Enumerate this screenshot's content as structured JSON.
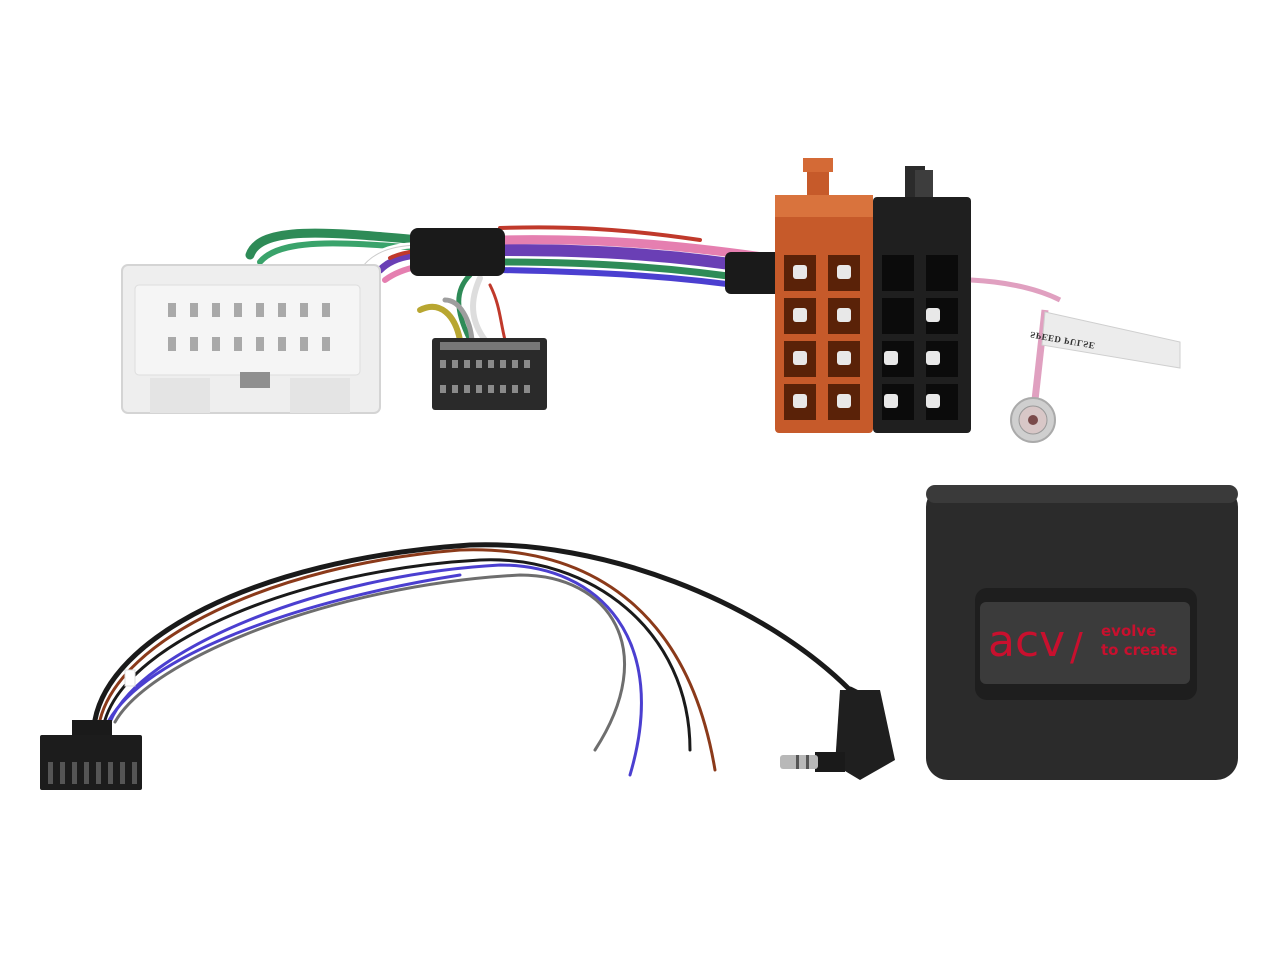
{
  "image": {
    "subject": "Car stereo steering wheel control interface kit",
    "background": "#ffffff"
  },
  "components": {
    "vehicle_harness": {
      "label": "Vehicle wiring harness with white multi-pin plug, black ribbon plug and ISO connectors",
      "colors": {
        "white_plug": "#eeeeee",
        "iso_power": "#c65a2a",
        "iso_speaker": "#1f1f1f",
        "tape": "#1a1a1a"
      },
      "wire_colors": [
        "#2e8b57",
        "#6a3fb5",
        "#e57fb0",
        "#ffffff",
        "#c0392b",
        "#b8a631",
        "#9e9e9e"
      ]
    },
    "speed_pulse_tag": {
      "text": "SPEED PULSE",
      "wire_color": "#e0a0c0"
    },
    "patch_lead": {
      "label": "Steering wheel control patch lead with 16-pin plug and 3.5mm jack",
      "wire_colors": [
        "#1a1a1a",
        "#8b3a1a",
        "#4b3fd0",
        "#6e6e6e"
      ]
    },
    "interface_box": {
      "color": "#2b2b2b",
      "logo": {
        "brand": "acv",
        "separator": "/",
        "tagline_line1": "evolve",
        "tagline_line2": "to create",
        "color": "#c8102e"
      }
    }
  }
}
